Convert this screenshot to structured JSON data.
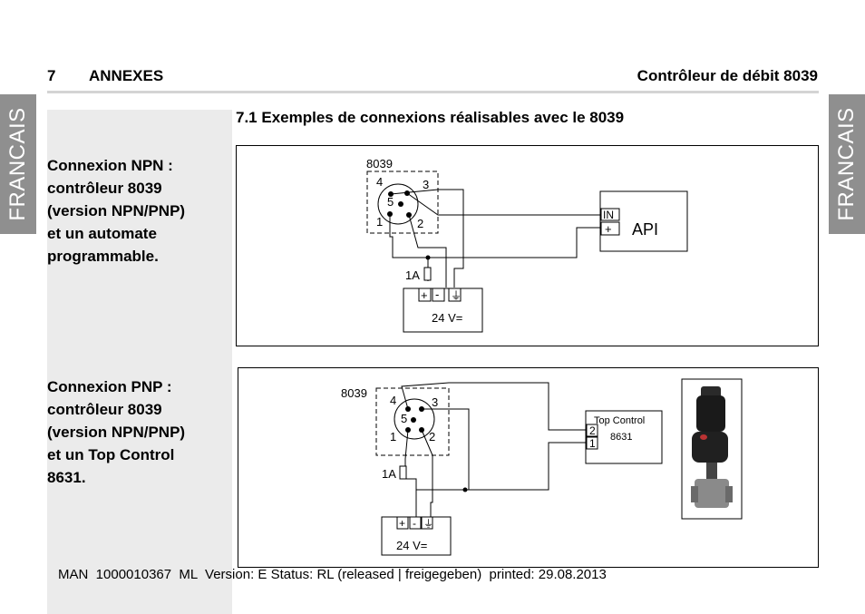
{
  "header": {
    "chapter_number": "7",
    "chapter_title": "ANNEXES",
    "document_title": "Contrôleur de débit 8039"
  },
  "side_tabs": {
    "left": "FRANCAIS",
    "right": "FRANCAIS"
  },
  "section": {
    "title": "7.1  Exemples de connexions réalisables avec le 8039"
  },
  "example_npn": {
    "description_lines": [
      "Connexion NPN :",
      "contrôleur 8039",
      "(version NPN/PNP)",
      "et un automate",
      "programmable."
    ],
    "device_label": "8039",
    "pin_labels": [
      "4",
      "3",
      "5",
      "1",
      "2"
    ],
    "fuse_label": "1A",
    "supply_terminals": [
      "+",
      "-",
      "⏚"
    ],
    "supply_label": "24 V=",
    "plc_inputs": [
      "IN",
      "+"
    ],
    "plc_label": "API"
  },
  "example_pnp": {
    "description_lines": [
      "Connexion PNP :",
      "contrôleur 8039",
      "(version NPN/PNP)",
      "et un Top Control",
      "8631."
    ],
    "device_label": "8039",
    "pin_labels": [
      "4",
      "3",
      "5",
      "1",
      "2"
    ],
    "fuse_label": "1A",
    "supply_terminals": [
      "+",
      "-",
      "⏚"
    ],
    "supply_label": "24 V=",
    "top_control_title": "Top Control",
    "top_control_model": "8631",
    "top_control_terminals": [
      "2",
      "1"
    ]
  },
  "footer": {
    "text": "MAN  1000010367  ML  Version: E Status: RL (released | freigegeben)  printed: 29.08.2013"
  }
}
